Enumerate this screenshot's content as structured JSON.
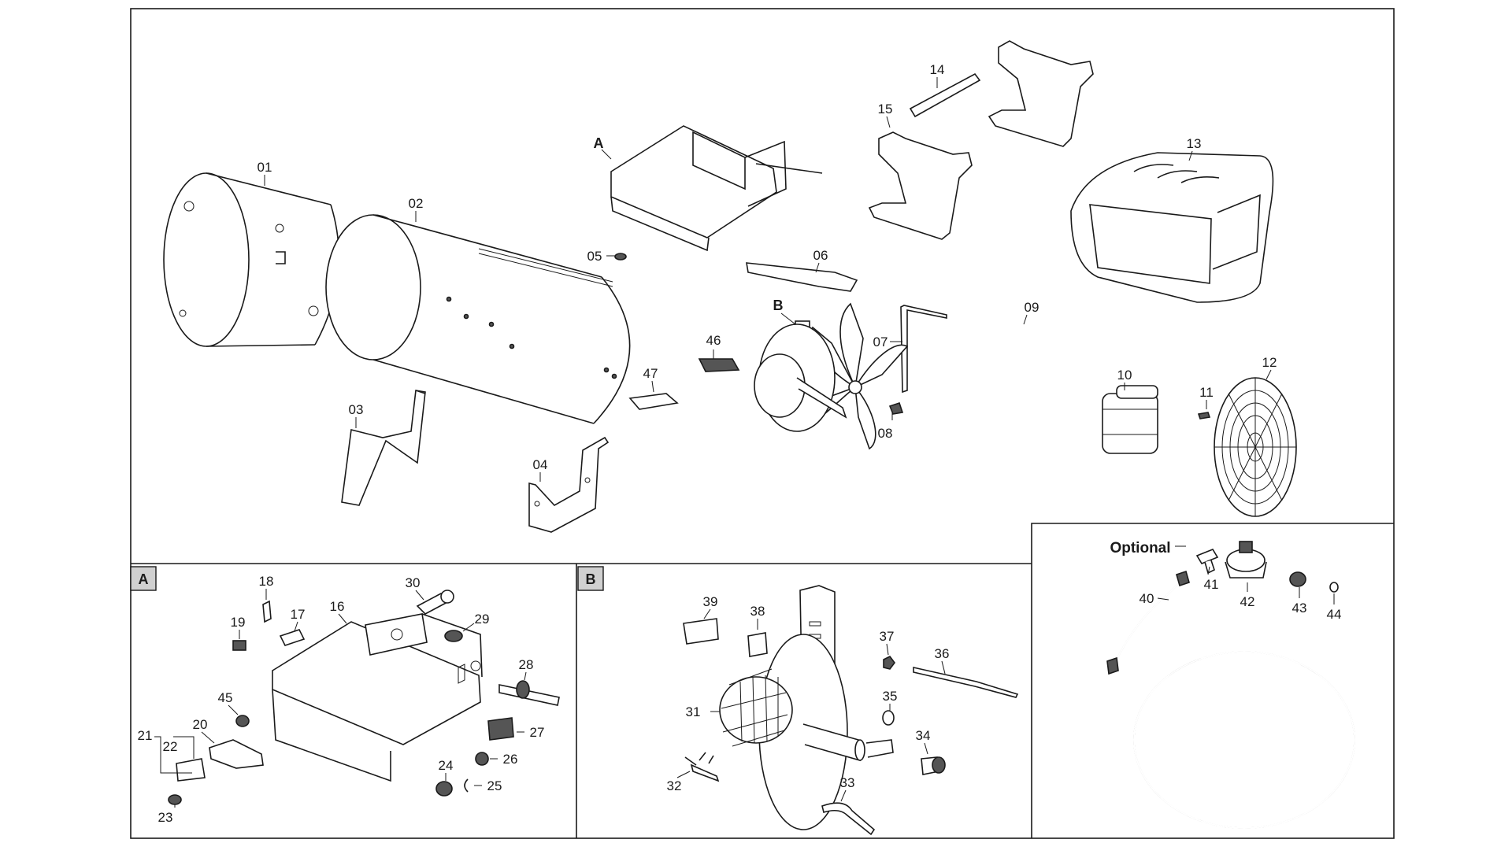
{
  "diagram": {
    "callouts": [
      "01",
      "02",
      "03",
      "04",
      "05",
      "06",
      "07",
      "08",
      "09",
      "10",
      "11",
      "12",
      "13",
      "14",
      "15",
      "46",
      "47",
      "B",
      "A"
    ],
    "detail_a": {
      "tag": "A",
      "callouts": [
        "16",
        "17",
        "18",
        "19",
        "20",
        "21",
        "22",
        "23",
        "24",
        "25",
        "26",
        "27",
        "28",
        "29",
        "30",
        "45"
      ]
    },
    "detail_b": {
      "tag": "B",
      "callouts": [
        "31",
        "32",
        "33",
        "34",
        "35",
        "36",
        "37",
        "38",
        "39"
      ]
    },
    "optional_kit": {
      "label": "Optional",
      "callouts": [
        "40",
        "41",
        "42",
        "43",
        "44"
      ]
    }
  }
}
